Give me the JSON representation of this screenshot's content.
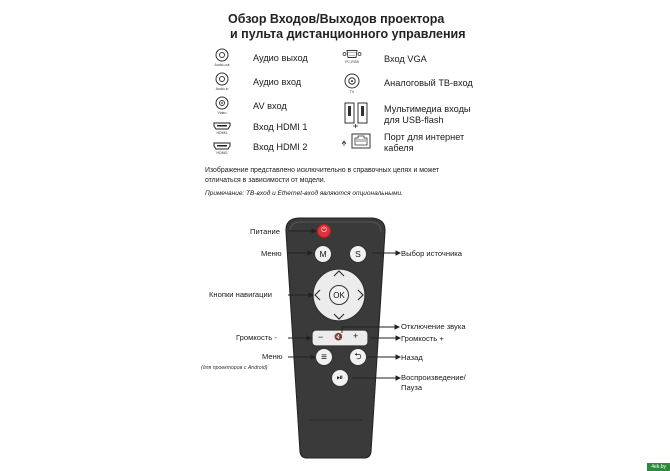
{
  "title": {
    "line1": "Обзор Входов/Выходов проектора",
    "line2": "и пульта дистанционного управления"
  },
  "ports_left": [
    {
      "icon": "audio-jack-icon",
      "caption": "Audio-out",
      "label": "Аудио выход"
    },
    {
      "icon": "audio-jack-icon",
      "caption": "Audio-in",
      "label": "Аудио вход"
    },
    {
      "icon": "video-jack-icon",
      "caption": "Video",
      "label": "AV вход"
    },
    {
      "icon": "hdmi-port-icon",
      "caption": "HDMI1",
      "label": "Вход HDMI 1"
    },
    {
      "icon": "hdmi-port-icon",
      "caption": "HDMI2",
      "label": "Вход HDMI 2"
    }
  ],
  "ports_right": [
    {
      "icon": "vga-port-icon",
      "caption": "PC-RGB",
      "label": "Вход VGA"
    },
    {
      "icon": "tv-coax-icon",
      "caption": "TV",
      "label": "Аналоговый ТВ-вход"
    },
    {
      "icon": "usb-ports-icon",
      "caption": "",
      "label": "Мультимедиа входы",
      "label2": "для USB-flash"
    },
    {
      "icon": "ethernet-port-icon",
      "caption": "",
      "label": "Порт для интернет",
      "label2": "кабеля"
    }
  ],
  "notes": {
    "disclaimer1": "Изображение представлено исключительно в справочных целях и может",
    "disclaimer2": "отличаться в зависимости от модели.",
    "remark": "Примечание: ТВ-вход и Ethernet-вход являются опциональными."
  },
  "remote": {
    "buttons": {
      "power": "⏻",
      "menu": "M",
      "source": "S",
      "ok": "OK",
      "vol_minus": "−",
      "mute": "🔇",
      "vol_plus": "+",
      "android_menu": "≡",
      "back": "⮌",
      "play_pause": "⏯"
    },
    "labels": {
      "power": "Питание",
      "menu": "Меню",
      "source": "Выбор источника",
      "nav": "Кнопки навигации",
      "mute": "Отключение звука",
      "vol_minus": "Громкость -",
      "vol_plus": "Громкость +",
      "android_menu": "Меню",
      "android_menu_sub": "(для проекторов с Android)",
      "back": "Назад",
      "play_pause1": "Воспроизведение/",
      "play_pause2": "Пауза"
    }
  },
  "watermark": "4ek.by",
  "colors": {
    "power_red": "#e0343a",
    "watermark_green": "#2d8a3c"
  }
}
